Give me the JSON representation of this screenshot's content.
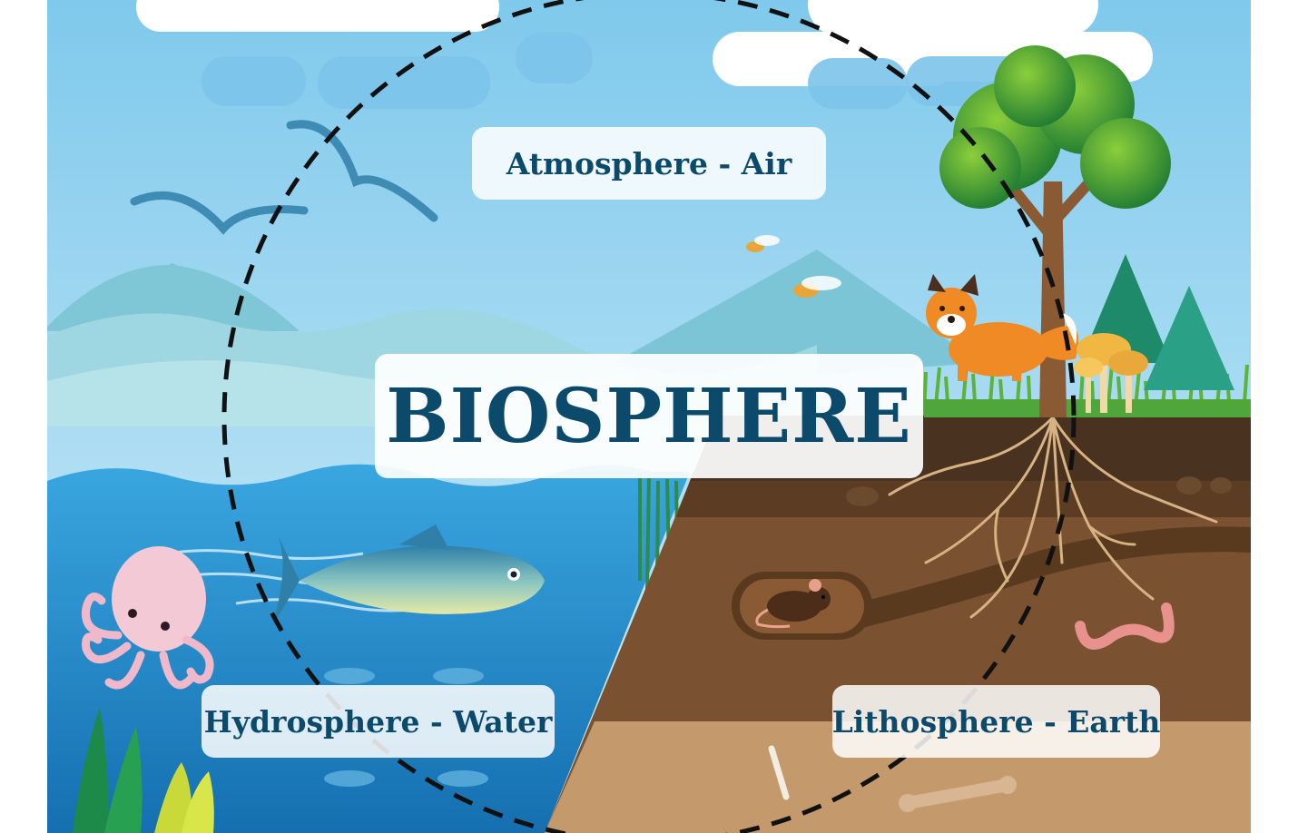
{
  "labels": {
    "atmosphere": "Atmosphere - Air",
    "biosphere": "BIOSPHERE",
    "hydrosphere": "Hydrosphere - Water",
    "lithosphere": "Lithosphere - Earth"
  },
  "colors": {
    "label_text": "#0b4a6b",
    "sky_top": "#7fc9ec",
    "sky_bottom": "#d4eef9",
    "water": "#1f8fd0",
    "soil_top": "#4a3220",
    "soil_mid": "#7a5232",
    "soil_bottom": "#c49a6c",
    "grass": "#5cb33a"
  },
  "icons": [
    "bird-icon",
    "bee-icon",
    "fox-icon",
    "tree-icon",
    "mushroom-icon",
    "octopus-icon",
    "fish-icon",
    "mouse-icon",
    "worm-icon",
    "bone-icon",
    "cloud-icon",
    "mountain-icon",
    "pine-tree-icon"
  ]
}
